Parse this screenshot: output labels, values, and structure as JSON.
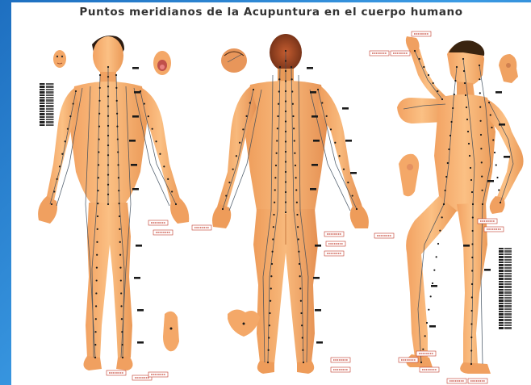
{
  "poster": {
    "title": "Puntos meridianos de la Acupuntura en el cuerpo humano"
  },
  "colors": {
    "background": "#2a86d6",
    "skin": "#f7b070",
    "skin_shade": "#e8945a",
    "meridian_line": "#3a4a5a",
    "point_label_red": "#c0392b",
    "point_marker": "#1a1a1a"
  },
  "figures": [
    {
      "view": "front"
    },
    {
      "view": "back"
    },
    {
      "view": "side"
    }
  ],
  "detail_views": [
    "face",
    "head-top",
    "mouth",
    "ear",
    "foot-sole",
    "perineum",
    "head-profile"
  ],
  "legend_left_count": 16,
  "legend_right_count": 30
}
